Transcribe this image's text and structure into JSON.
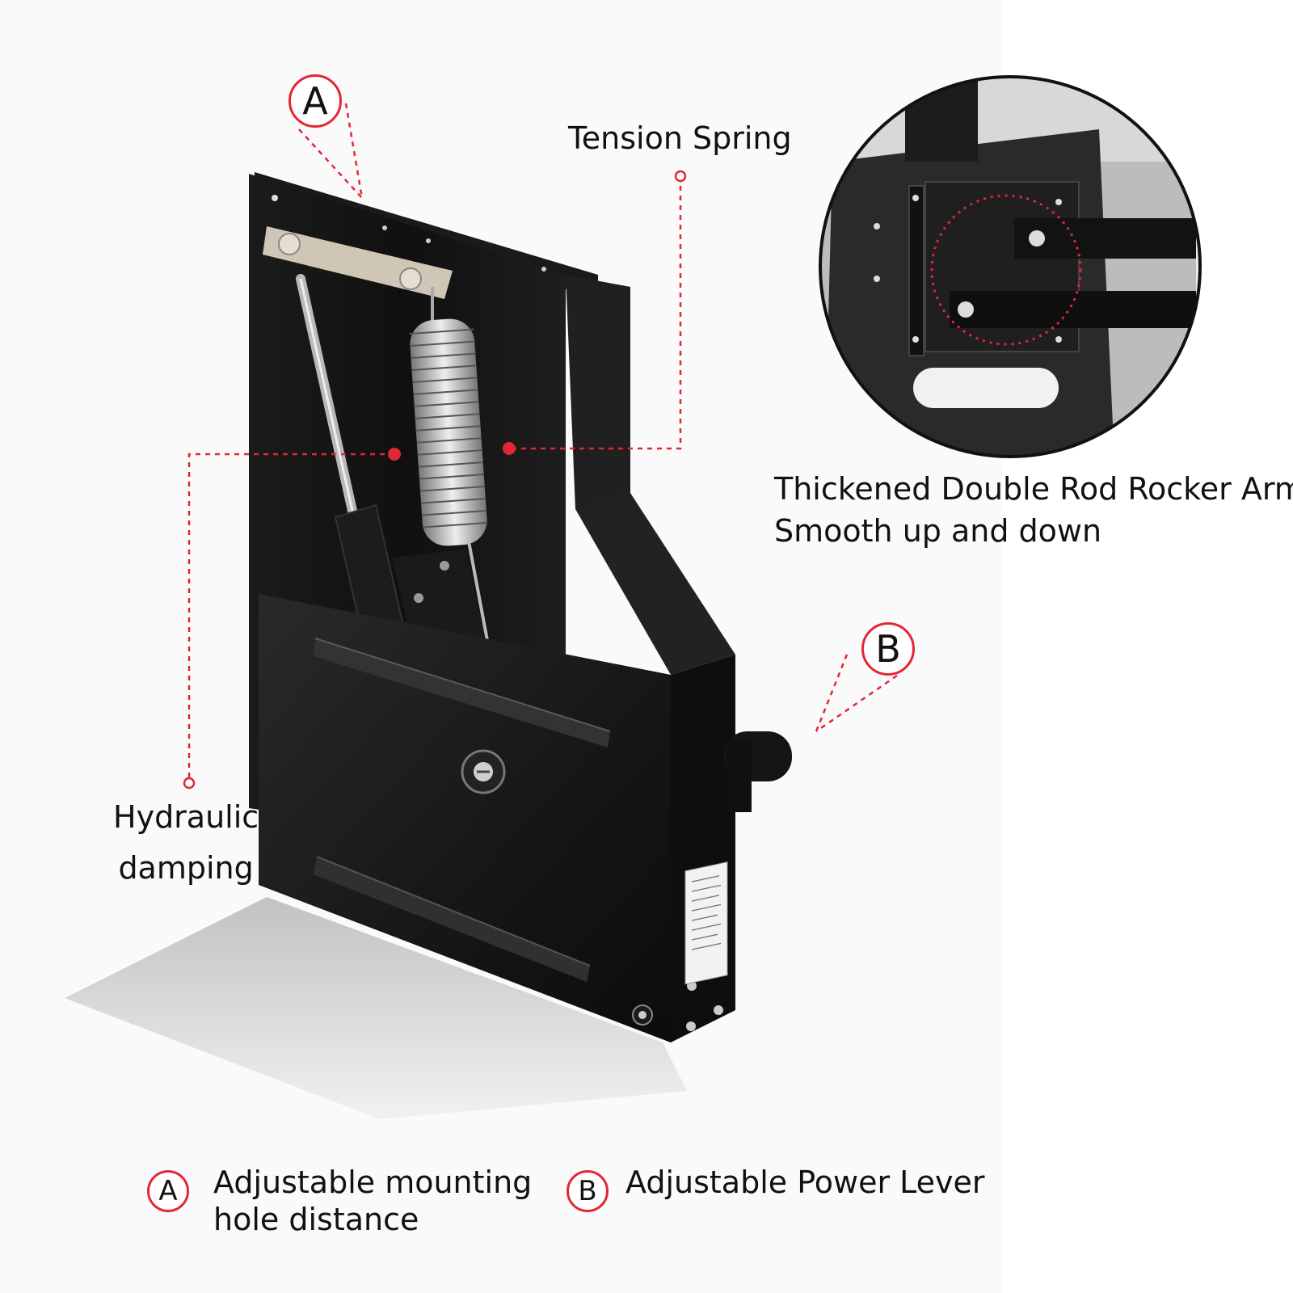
{
  "callouts": {
    "tension_spring": "Tension Spring",
    "rocker_arm_line1": "Thickened Double Rod Rocker Arm",
    "rocker_arm_line2": "Smooth up and down",
    "hydraulic_line1": "Hydraulic",
    "hydraulic_line2": "damping",
    "marker_a": "A",
    "marker_b": "B"
  },
  "legend": {
    "a_letter": "A",
    "a_line1": "Adjustable mounting",
    "a_line2": "hole distance",
    "b_letter": "B",
    "b_text": "Adjustable Power Lever"
  },
  "colors": {
    "accent_red": "#e32636",
    "metal_black": "#141414",
    "background": "#ffffff"
  }
}
